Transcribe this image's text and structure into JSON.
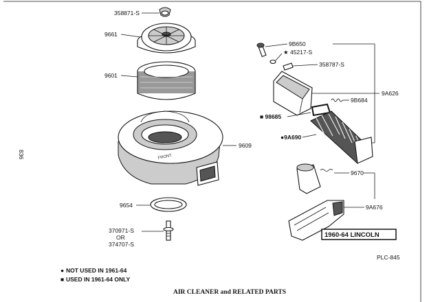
{
  "page_number": "836",
  "caption": "AIR CLEANER and RELATED PARTS",
  "figure_code": "PLC-845",
  "model_badge": "1960-64 LINCOLN",
  "legend": [
    {
      "symbol": "●",
      "text": "NOT USED IN 1961-64"
    },
    {
      "symbol": "■",
      "text": "USED IN 1961-64 ONLY"
    }
  ],
  "cover_lettering": "FRONT",
  "parts": {
    "p358871": "358871-S",
    "p9661": "9661",
    "p9601": "9601",
    "p9609": "9609",
    "p9654": "9654",
    "p370971": "370971-S",
    "or": "OR",
    "p374707": "374707-S",
    "p9b650": "9B650",
    "p45217": "★ 45217-S",
    "p358787": "358787-S",
    "p9a626": "9A626",
    "p9b684": "9B684",
    "p98685": "■ 98685",
    "p9a690": "●9A690",
    "p9670": "9670",
    "p9a676": "9A676"
  }
}
